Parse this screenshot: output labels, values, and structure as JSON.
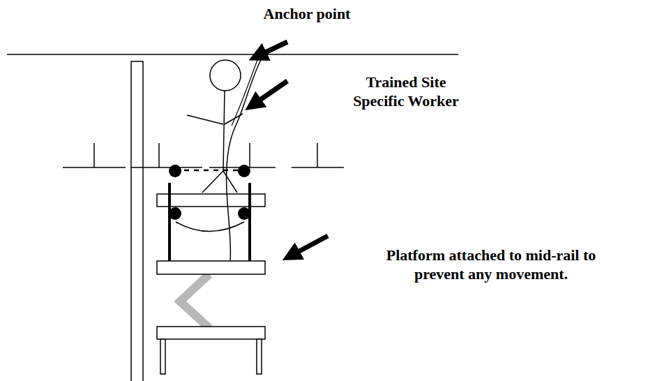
{
  "diagram": {
    "labels": [
      "Anchor point",
      "Trained Site Specific Worker",
      "Platform attached to mid-rail to prevent any movement."
    ]
  }
}
